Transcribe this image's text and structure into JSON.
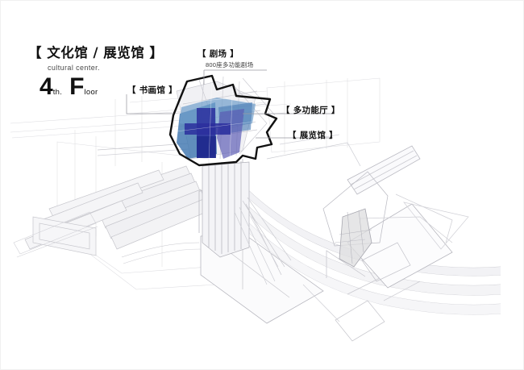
{
  "document": {
    "type": "architectural-floor-plan-axonometric",
    "background_color": "#ffffff"
  },
  "title_block": {
    "main_title": "【 文化馆 / 展览馆 】",
    "subtitle": "cultural center.",
    "floor_number": "4",
    "floor_ordinal": "th.",
    "floor_word_big": "F",
    "floor_word_rest": "loor"
  },
  "callouts": [
    {
      "id": "theater",
      "label": "【 剧场 】",
      "sublabel": "800座多功能剧场",
      "leader_to": "highlight-zone-top"
    },
    {
      "id": "calligraphy-hall",
      "label": "【 书画馆 】",
      "sublabel": "",
      "leader_to": "highlight-zone-left"
    },
    {
      "id": "multifunction-hall",
      "label": "【 多功能厅 】",
      "sublabel": "",
      "leader_to": "highlight-zone-right"
    },
    {
      "id": "exhibition-hall",
      "label": "【 展览馆 】",
      "sublabel": "",
      "leader_to": "highlight-zone-lower-right"
    }
  ],
  "colors": {
    "outline_black": "#111111",
    "blue_steel": "#4a7db5",
    "blue_light": "#7ba7cf",
    "blue_navy": "#2b2f9e",
    "blue_deep": "#1f3f8f",
    "purple_blue": "#5a5ab4",
    "gray_line_faint": "#d8d8dc",
    "gray_line_mid": "#b8b8be",
    "gray_line_dark": "#9a9aa2",
    "gray_fill": "#ededf0",
    "leader_line": "#9a9aa2"
  },
  "drawing": {
    "highlight_zone": {
      "name": "fourth-floor-highlight-polygon",
      "stroke": "#111111",
      "stroke_width": 2.4,
      "fill": "none",
      "description": "irregular black-outlined polygon enclosing the 4th floor program volumes"
    },
    "blue_volumes": [
      {
        "name": "theater-volume",
        "color": "#4a7db5",
        "opacity": 0.75
      },
      {
        "name": "theater-upper-plane",
        "color": "#7ba7cf",
        "opacity": 0.7
      },
      {
        "name": "cross-core",
        "color": "#2b2f9e",
        "opacity": 0.8
      },
      {
        "name": "multifunction-volume",
        "color": "#5a5ab4",
        "opacity": 0.7
      },
      {
        "name": "exhibition-volume",
        "color": "#3b5fa8",
        "opacity": 0.6
      }
    ],
    "gray_context": {
      "name": "site-context-linework",
      "description": "faint gray axonometric linework of full building, ribbon roofs and site plates"
    }
  }
}
